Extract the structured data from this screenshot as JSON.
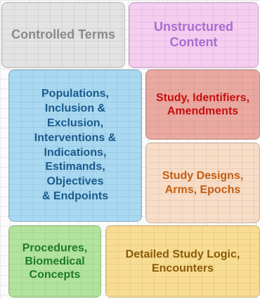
{
  "boxes": {
    "controlled_terms": {
      "label": "Controlled Terms",
      "bg": "#e3e3e3",
      "color": "#8a8a8a"
    },
    "unstructured": {
      "label": "Unstructured\nContent",
      "bg": "#f4cdf1",
      "color": "#a86ecf"
    },
    "populations": {
      "label": "Populations,\nInclusion &\nExclusion,\nInterventions &\nIndications,\nEstimands,\nObjectives\n& Endpoints",
      "bg": "#a9d8f1",
      "color": "#1a5a8c"
    },
    "study_identifiers": {
      "label": "Study, Identifiers,\nAmendments",
      "bg": "#eaa9a0",
      "color": "#c80c0c"
    },
    "study_designs": {
      "label": "Study Designs,\nArms, Epochs",
      "bg": "#f8dcc6",
      "color": "#c25e12"
    },
    "procedures": {
      "label": "Procedures,\nBiomedical\nConcepts",
      "bg": "#b2e39c",
      "color": "#1e7a2a"
    },
    "study_logic": {
      "label": "Detailed Study Logic,\nEncounters",
      "bg": "#f8dc92",
      "color": "#8a5a08"
    }
  }
}
